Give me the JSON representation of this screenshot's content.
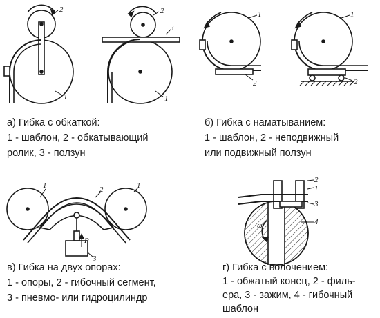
{
  "captions": {
    "a": {
      "title": "а) Гибка с обкаткой:",
      "line1": "1 - шаблон, 2 - обкатывающий",
      "line2": "ролик, 3 - ползун"
    },
    "b": {
      "title": "б) Гибка с наматыванием:",
      "line1": "1 - шаблон, 2 - неподвижный",
      "line2": "или подвижный ползун"
    },
    "v": {
      "title": "в) Гибка на двух опорах:",
      "line1": "1 - опоры, 2 - гибочный сегмент,",
      "line2": "3 - пневмо- или гидроцилиндр"
    },
    "g": {
      "title": "г) Гибка с волочением:",
      "line1": "1 - обжатый конец, 2 - филь-",
      "line2": "ера, 3 - зажим, 4 - гибочный",
      "line3": "шаблон"
    }
  },
  "labels": {
    "n1": "1",
    "n2": "2",
    "n3": "3",
    "n4": "4",
    "p": "P",
    "omega": "ω"
  }
}
